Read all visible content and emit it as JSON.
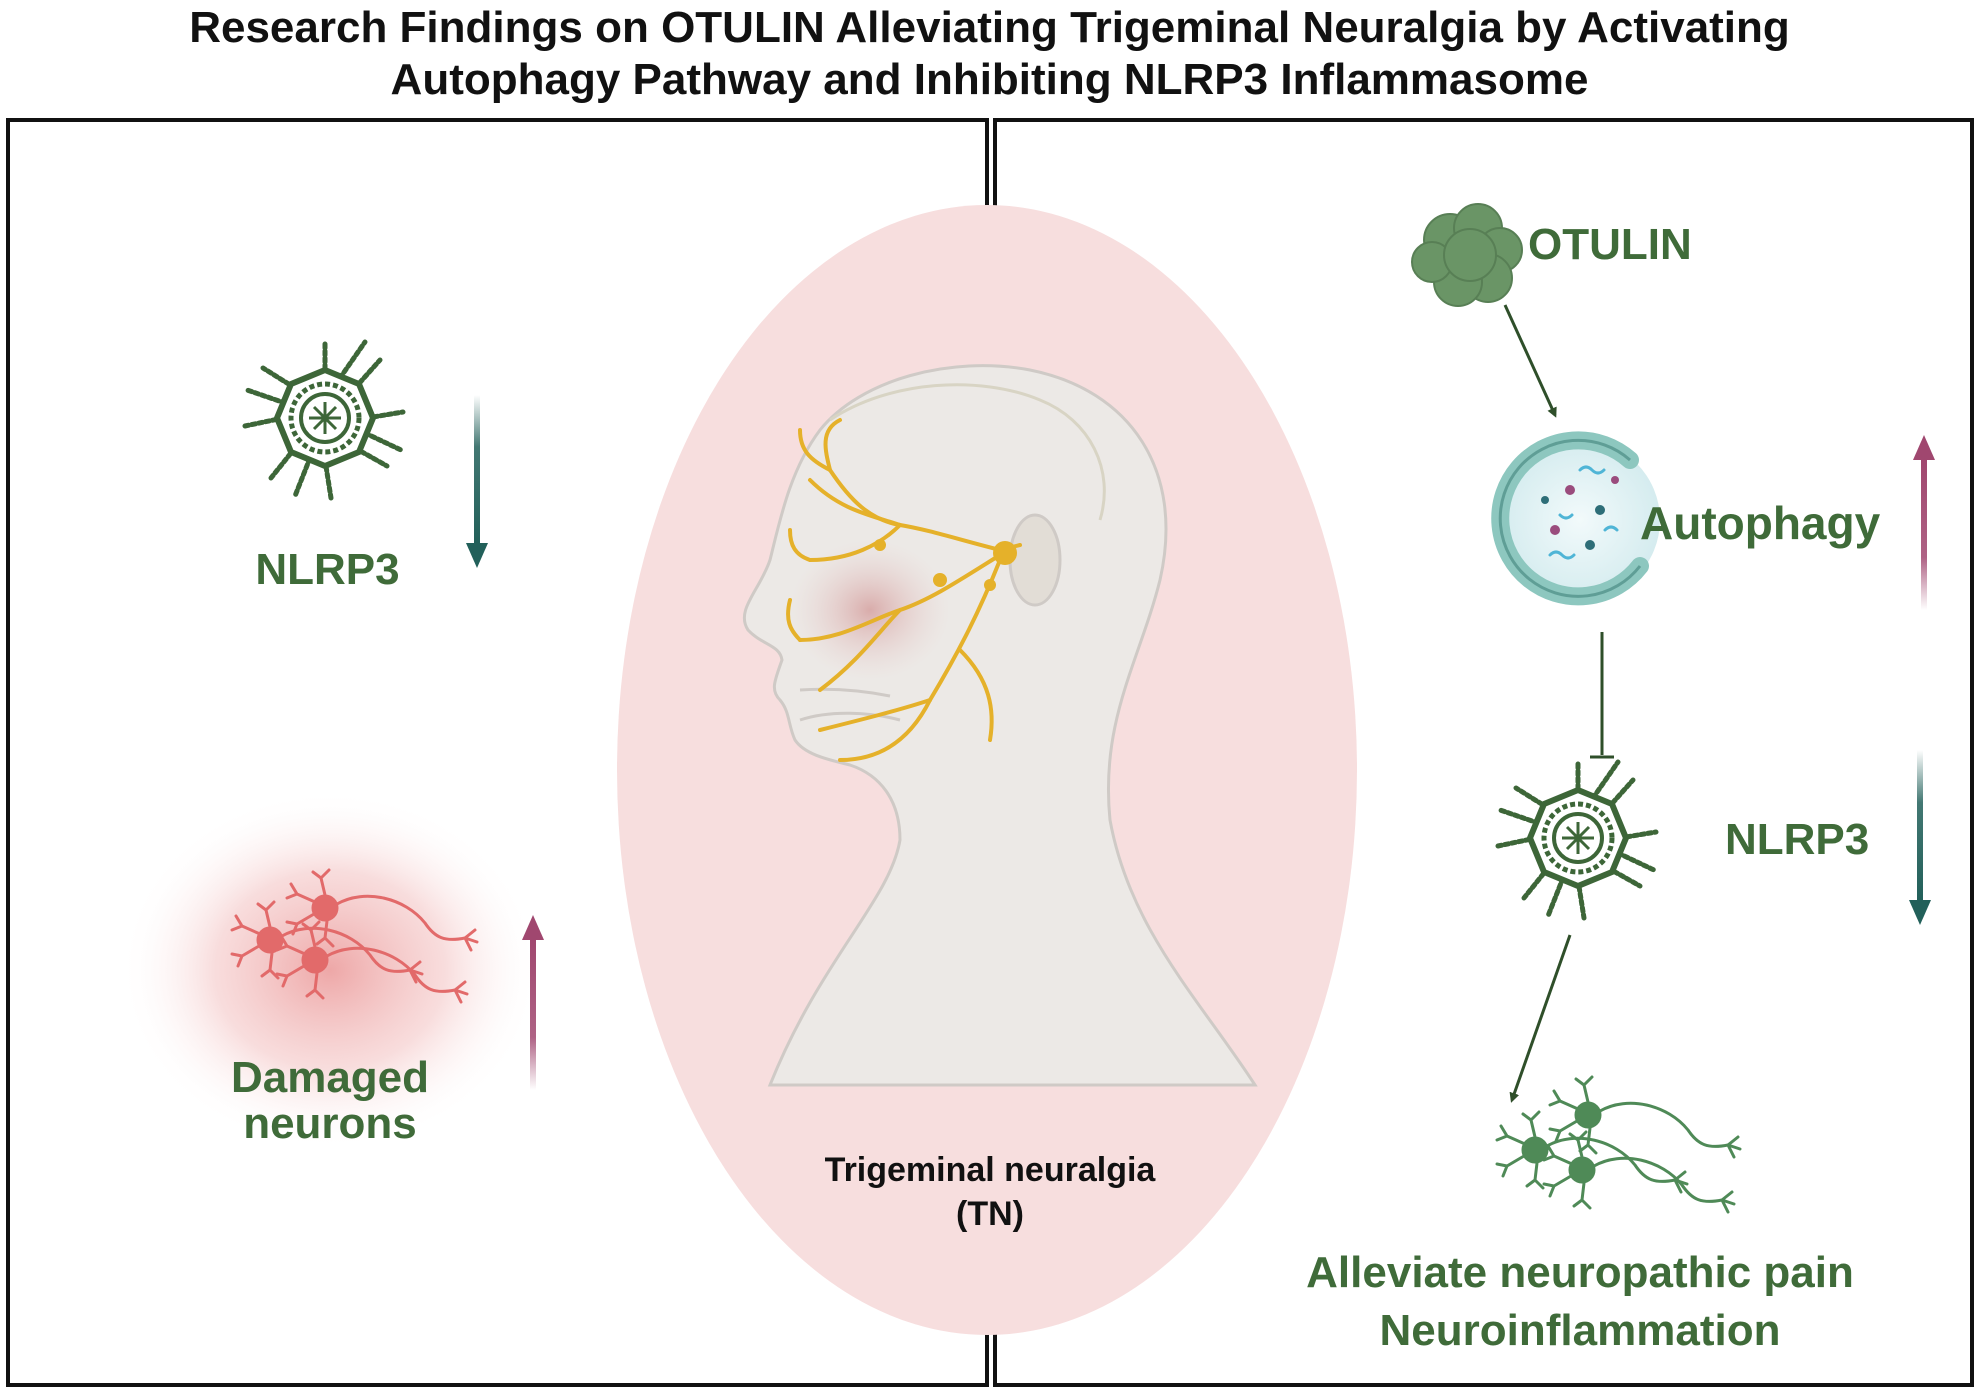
{
  "title": {
    "line1": "Research Findings on OTULIN Alleviating Trigeminal Neuralgia by Activating",
    "line2": "Autophagy Pathway and Inhibiting NLRP3 Inflammasome"
  },
  "left_panel": {
    "nlrp3_label": "NLRP3",
    "damaged_line1": "Damaged",
    "damaged_line2": "neurons"
  },
  "center": {
    "tn_line1": "Trigeminal neuralgia",
    "tn_line2": "(TN)"
  },
  "right_panel": {
    "otulin_label": "OTULIN",
    "autophagy_label": "Autophagy",
    "nlrp3_label": "NLRP3",
    "outcome_line1": "Alleviate neuropathic pain",
    "outcome_line2": "Neuroinflammation"
  },
  "colors": {
    "label_green": "#3f6b39",
    "arrow_teal": "#22605a",
    "arrow_magenta": "#a0476f",
    "neuron_red": "#e26a6a",
    "neuron_green": "#4f8a57",
    "nerve_yellow": "#e5b12a",
    "oval_pink": "#f7dede",
    "protein_green": "#6a9566"
  },
  "icons": [
    "inflammasome-icon",
    "damaged-neuron-icon",
    "head-nerve-icon",
    "otulin-protein-icon",
    "autophagosome-icon",
    "healthy-neuron-icon"
  ]
}
